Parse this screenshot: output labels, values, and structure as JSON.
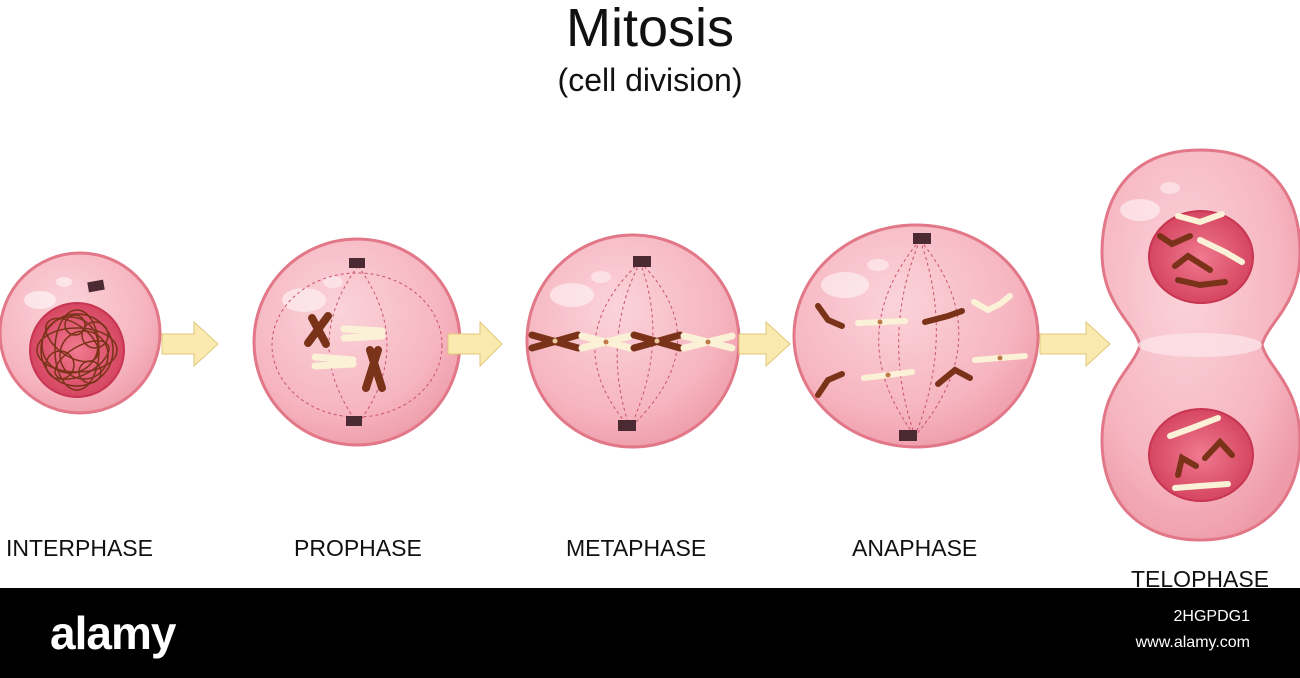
{
  "title": "Mitosis",
  "subtitle": "(cell division)",
  "stages": [
    {
      "label": "INTERPHASE"
    },
    {
      "label": "PROPHASE"
    },
    {
      "label": "METAPHASE"
    },
    {
      "label": "ANAPHASE"
    },
    {
      "label": "TELOPHASE"
    }
  ],
  "footer": {
    "brand": "alamy",
    "image_id": "2HGPDG1",
    "url": "www.alamy.com"
  },
  "colors": {
    "cytoplasm": "#f7bcc6",
    "cell_edge": "#e27788",
    "nucleus": "#d94763",
    "chromosome_dark": "#7a3318",
    "chromosome_light": "#fbf1d6",
    "arrow": "#fbeab0"
  }
}
